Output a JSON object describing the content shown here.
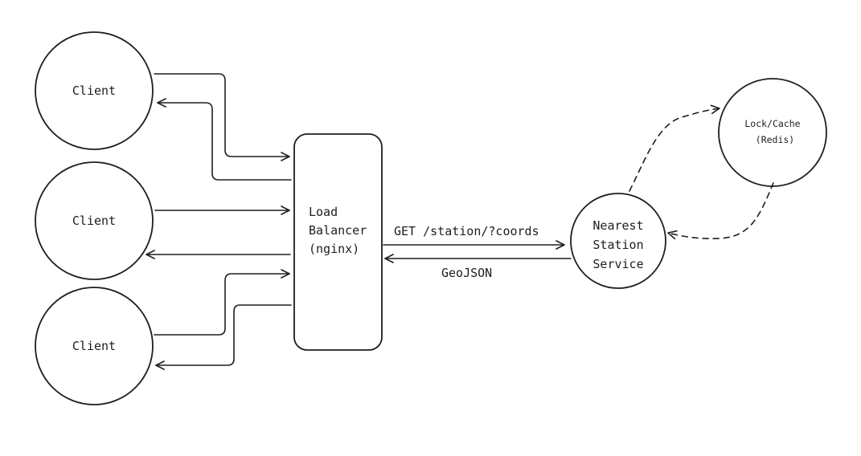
{
  "nodes": {
    "client_top": "Client",
    "client_middle": "Client",
    "client_bottom": "Client",
    "load_balancer": [
      "Load",
      "Balancer",
      "(nginx)"
    ],
    "nearest_station_service": [
      "Nearest",
      "Station",
      "Service"
    ],
    "lock_cache": [
      "Lock/Cache",
      "(Redis)"
    ]
  },
  "edges": {
    "request_label": "GET /station/?coords",
    "response_label": "GeoJSON"
  }
}
